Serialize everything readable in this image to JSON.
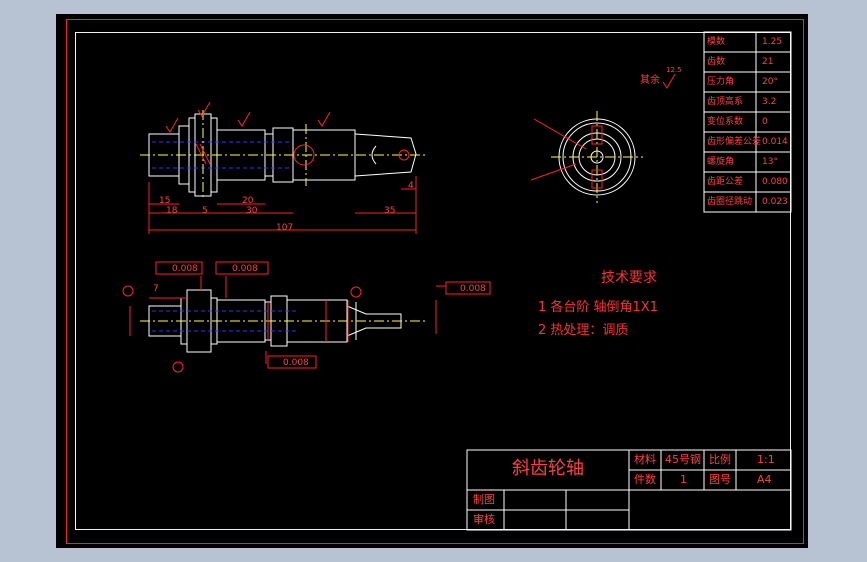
{
  "drawing": {
    "title": "斜齿轮轴",
    "material_label": "材料",
    "material_value": "45号钢",
    "scale_label": "比例",
    "scale_value": "1:1",
    "quantity_label": "件数",
    "quantity_value": "1",
    "sheet_label": "图号",
    "sheet_value": "A4",
    "drawn_label": "制图",
    "checked_label": "审核"
  },
  "notes": {
    "heading": "技术要求",
    "item1": "1  各台阶 轴倒角1X1",
    "item2": "2  热处理：调质"
  },
  "params": [
    {
      "label": "模数",
      "value": "1.25"
    },
    {
      "label": "齿数",
      "value": "21"
    },
    {
      "label": "压力角",
      "value": "20°"
    },
    {
      "label": "齿顶高系",
      "value": "3.2"
    },
    {
      "label": "变位系数",
      "value": "0"
    },
    {
      "label": "齿形偏差公差",
      "value": "0.014"
    },
    {
      "label": "螺旋角",
      "value": "13°"
    },
    {
      "label": "齿距公差",
      "value": "0.080"
    },
    {
      "label": "齿圈径跳动",
      "value": "0.023"
    }
  ],
  "roughness_note": {
    "label": "其余",
    "value": "12.5"
  },
  "dimensions": {
    "d15": "15",
    "d18": "18",
    "d5": "5",
    "d20": "20",
    "d30": "30",
    "d4": "4",
    "d35": "35",
    "total": "107",
    "d7": "7",
    "tol1": "0.008",
    "tol2": "0.008",
    "tol3": "0.008",
    "tol4": "0.008"
  },
  "colors": {
    "frame": "#ff2020",
    "line": "#ffffff",
    "dim": "#ff2020",
    "center": "#ffff40",
    "hidden": "#3030ff"
  }
}
